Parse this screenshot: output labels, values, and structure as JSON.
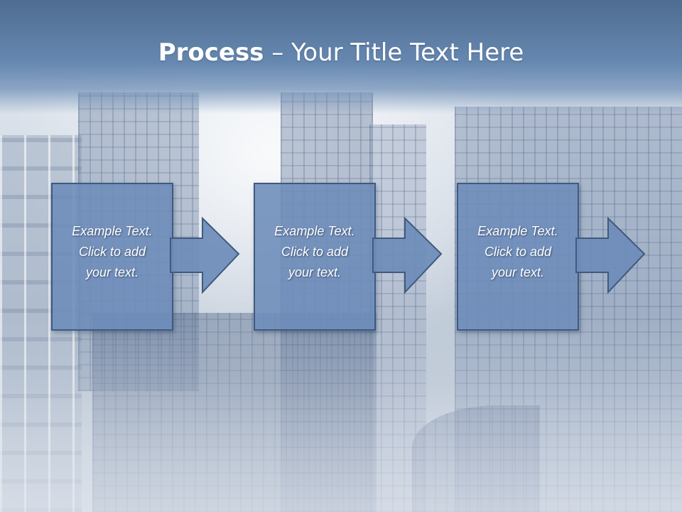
{
  "slide": {
    "title": {
      "bold": "Process",
      "rest": " – Your Title Text Here"
    },
    "steps": [
      {
        "text": "Example Text.\nClick  to add\nyour text."
      },
      {
        "text": "Example Text.\nClick  to add\nyour text."
      },
      {
        "text": "Example Text.\nClick  to add\nyour text."
      }
    ],
    "colors": {
      "header": "#5b7aa3",
      "box_fill": "#6c8cb9",
      "box_border": "#3f5a7e",
      "text": "#ffffff"
    }
  }
}
